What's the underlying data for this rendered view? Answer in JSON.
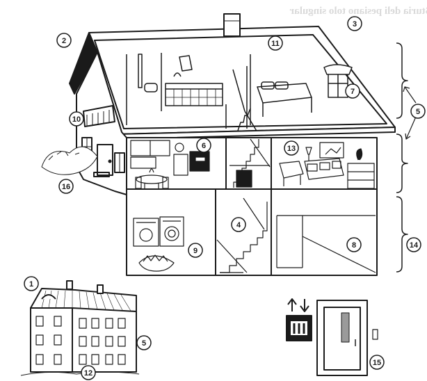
{
  "header_text": "Sturia deli pesiano tolo singular",
  "callouts": [
    {
      "id": "c1",
      "label": "1"
    },
    {
      "id": "c2",
      "label": "2"
    },
    {
      "id": "c3",
      "label": "3"
    },
    {
      "id": "c4",
      "label": "4"
    },
    {
      "id": "c5a",
      "label": "5"
    },
    {
      "id": "c5b",
      "label": "5"
    },
    {
      "id": "c6",
      "label": "6"
    },
    {
      "id": "c7",
      "label": "7"
    },
    {
      "id": "c8",
      "label": "8"
    },
    {
      "id": "c9",
      "label": "9"
    },
    {
      "id": "c10",
      "label": "10"
    },
    {
      "id": "c11",
      "label": "11"
    },
    {
      "id": "c12",
      "label": "12"
    },
    {
      "id": "c13",
      "label": "13"
    },
    {
      "id": "c14",
      "label": "14"
    },
    {
      "id": "c15",
      "label": "15"
    },
    {
      "id": "c16",
      "label": "16"
    }
  ],
  "colors": {
    "ink": "#1a1a1a",
    "paper": "#ffffff",
    "ghost": "#d9d9d9",
    "door_window": "#9a9a9a"
  }
}
